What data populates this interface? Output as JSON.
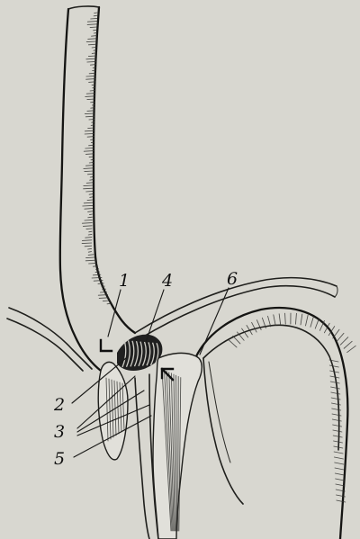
{
  "figure": {
    "callouts": [
      {
        "id": "c1",
        "text": "1"
      },
      {
        "id": "c2",
        "text": "2"
      },
      {
        "id": "c3",
        "text": "3"
      },
      {
        "id": "c4",
        "text": "4"
      },
      {
        "id": "c5",
        "text": "5"
      },
      {
        "id": "c6",
        "text": "6"
      }
    ]
  },
  "colors": {
    "paper": "#d8d7d0",
    "ink": "#1e1e1b"
  }
}
